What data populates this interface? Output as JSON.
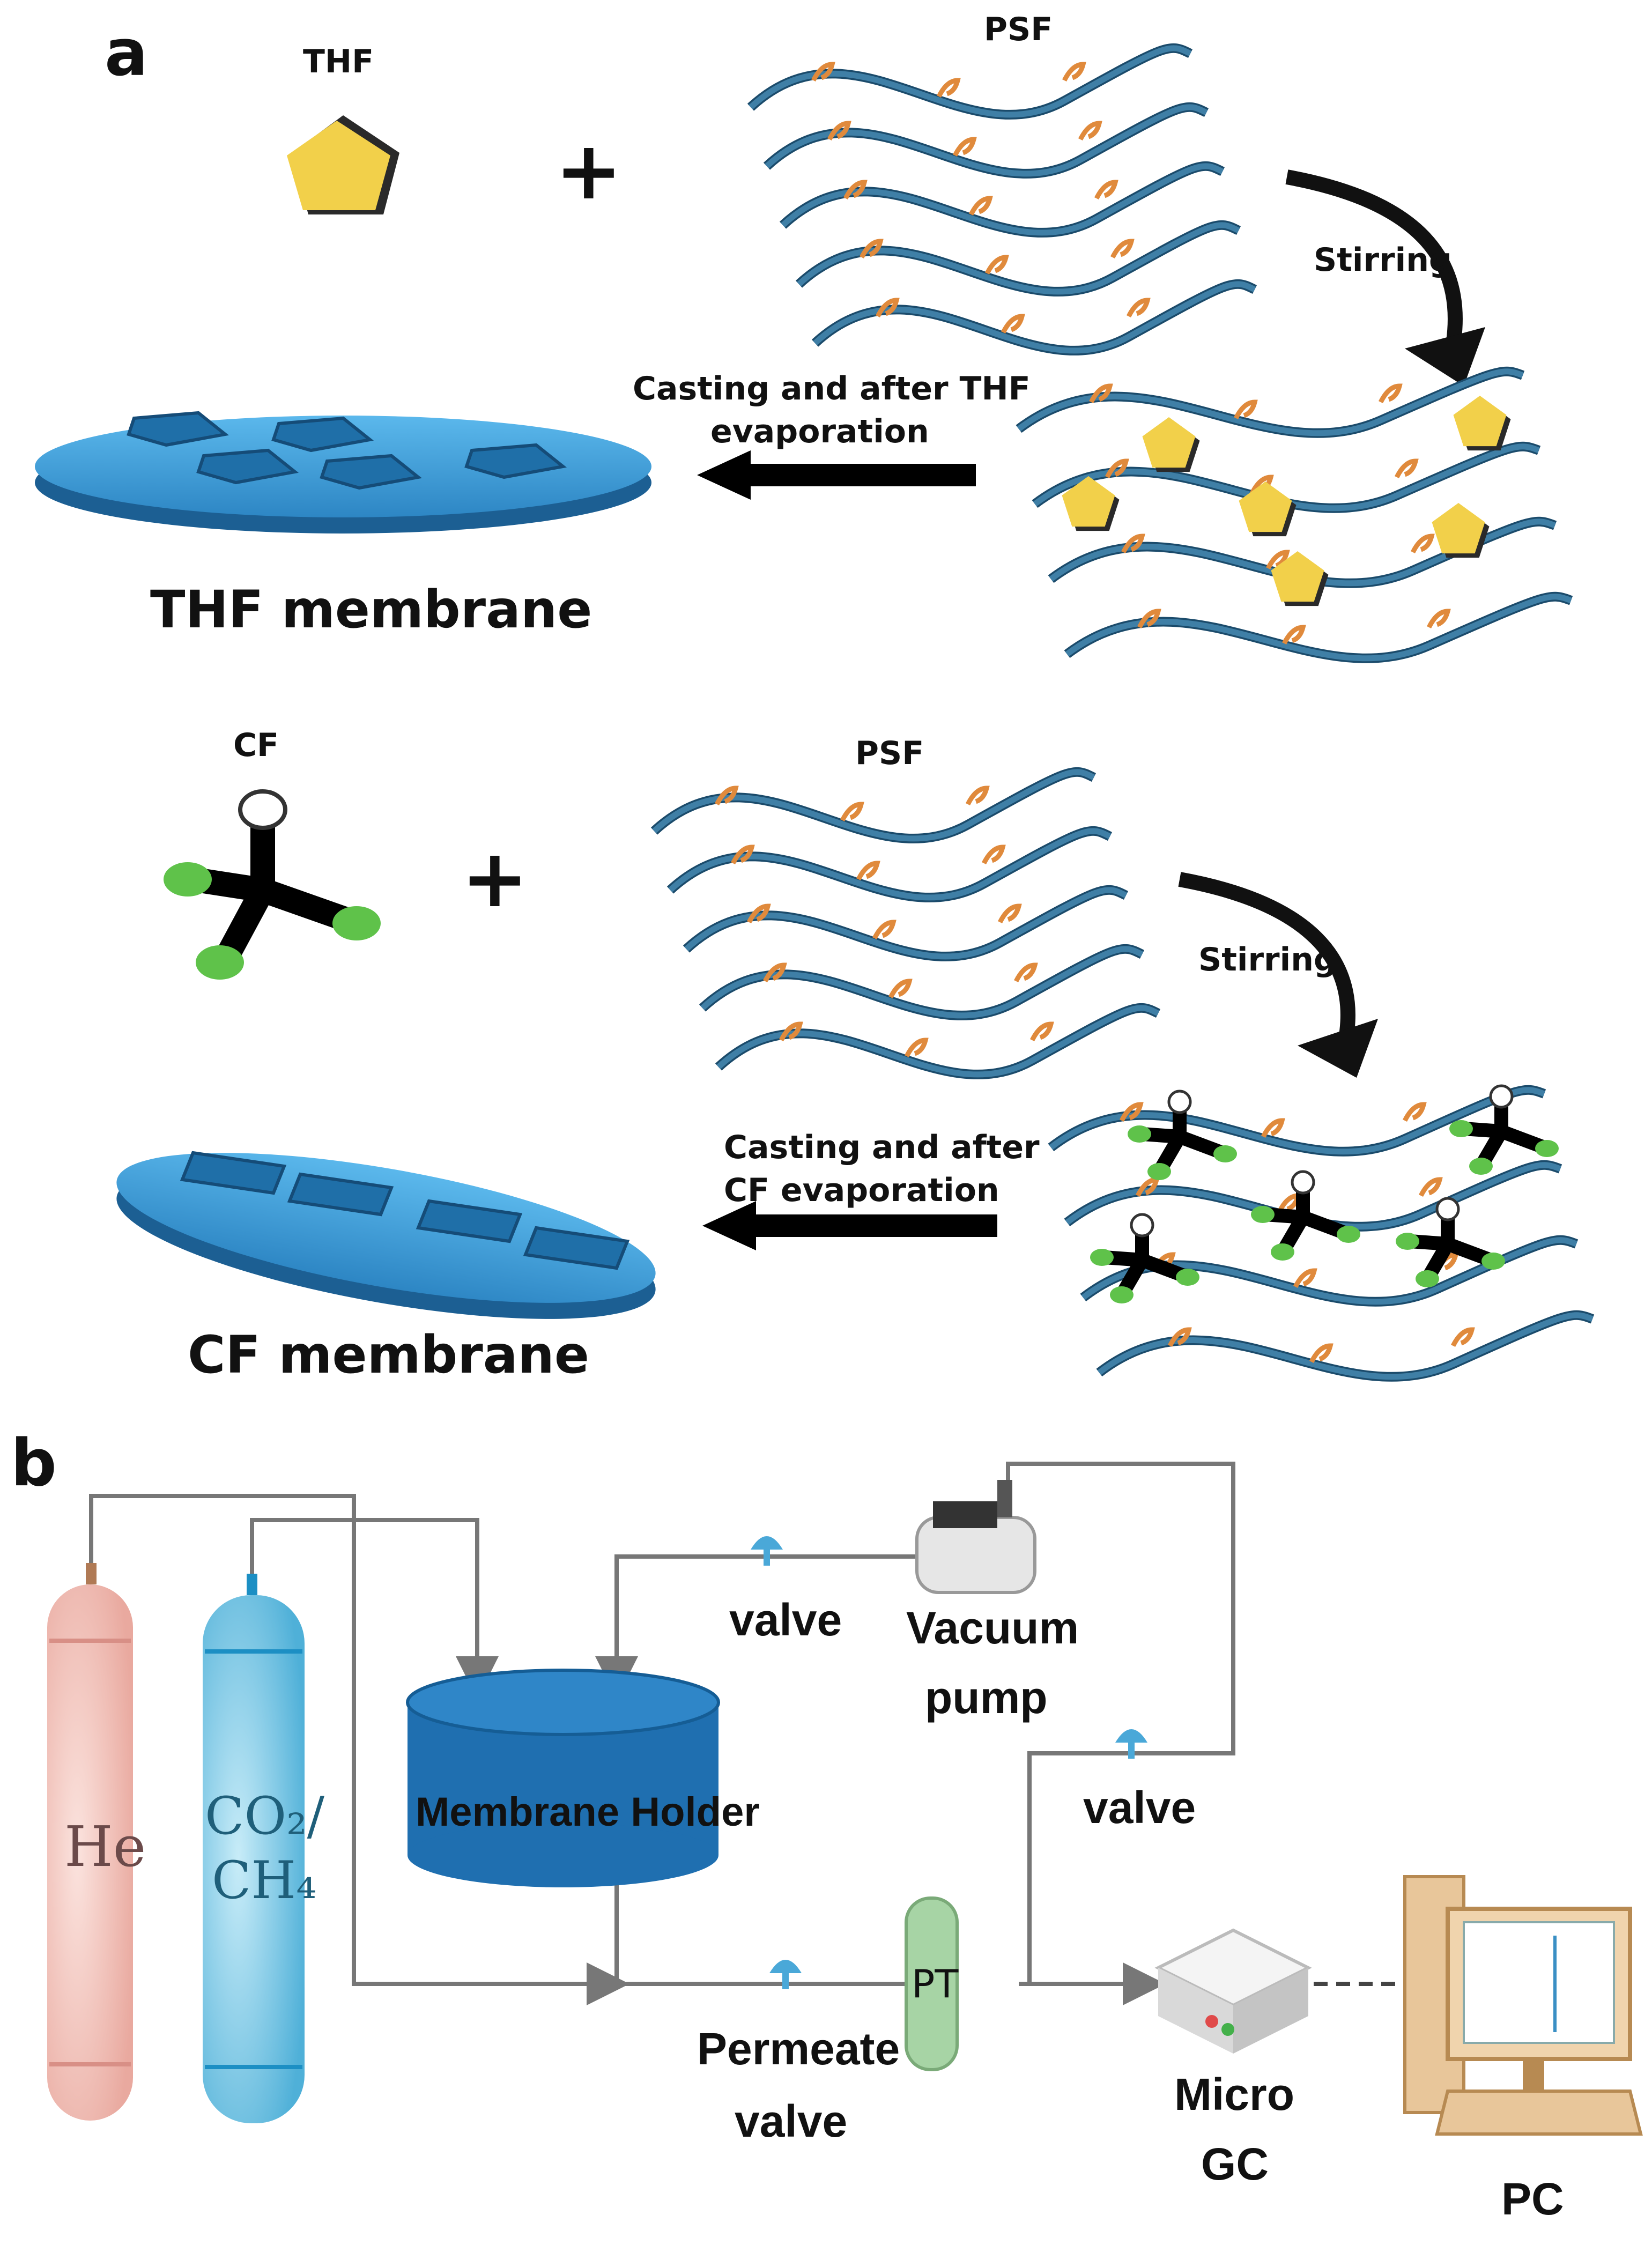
{
  "panel_a": {
    "label": "a",
    "thf": {
      "solvent_label": "THF",
      "polymer_label": "PSF",
      "stirring": "Stirring",
      "casting_line1": "Casting and after THF",
      "casting_line2": "evaporation",
      "membrane_label": "THF membrane"
    },
    "cf": {
      "solvent_label": "CF",
      "polymer_label": "PSF",
      "stirring": "Stirring",
      "casting_line1": "Casting and after",
      "casting_line2": "CF evaporation",
      "membrane_label": "CF membrane"
    },
    "plus": "+"
  },
  "panel_b": {
    "label": "b",
    "tank_he": "He",
    "tank_gas_line1": "CO₂/",
    "tank_gas_line2": "CH₄",
    "membrane_holder": "Membrane Holder",
    "valve_top": "valve",
    "vacuum_line1": "Vacuum",
    "vacuum_line2": "pump",
    "valve_right": "valve",
    "permeate_line1": "Permeate",
    "permeate_line2": "valve",
    "pt": "PT",
    "microgc_line1": "Micro",
    "microgc_line2": "GC",
    "pc": "PC"
  },
  "colors": {
    "polymer": "#3f7fa6",
    "side_group": "#e08a3c",
    "thf_molecule": "#f2d04a",
    "membrane": "#3f9fd8",
    "he_tank": "#f2c4bc",
    "gas_tank": "#7cc6e3",
    "holder": "#1f6fb0",
    "pipe": "#777777"
  }
}
